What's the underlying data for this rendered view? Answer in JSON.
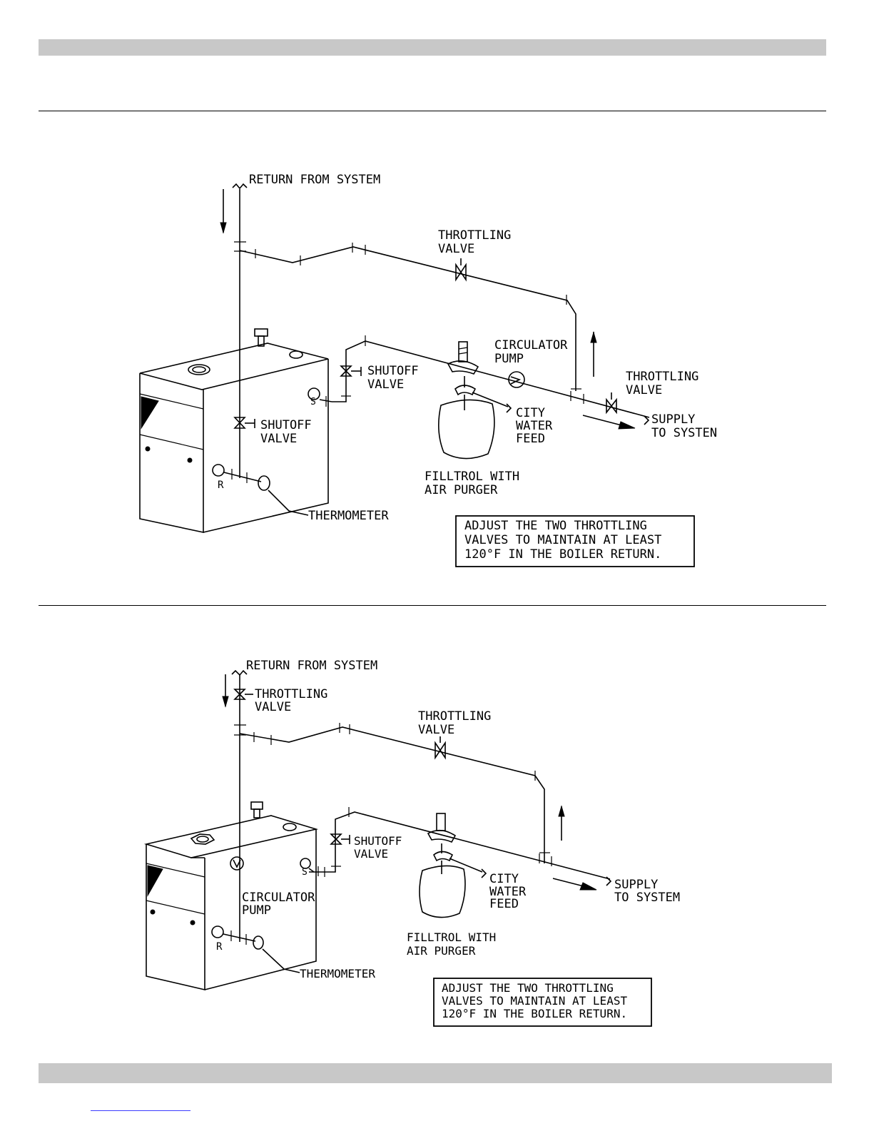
{
  "diagram_a": {
    "return_from_system": "RETURN FROM SYSTEM",
    "throttling_valve_top": [
      "THROTTLING",
      "VALVE"
    ],
    "circulator_pump": [
      "CIRCULATOR",
      "PUMP"
    ],
    "throttling_valve_right": [
      "THROTTLING",
      "VALVE"
    ],
    "shutoff_valve_supply": [
      "SHUTOFF",
      "VALVE"
    ],
    "shutoff_valve_return": [
      "SHUTOFF",
      "VALVE"
    ],
    "city_water_feed": [
      "CITY",
      "WATER",
      "FEED"
    ],
    "supply_to_system": [
      "SUPPLY",
      "TO SYSTEN"
    ],
    "filltrol": [
      "FILLTROL WITH",
      "AIR PURGER"
    ],
    "thermometer": "THERMOMETER",
    "supply_tag": "S",
    "return_tag": "R",
    "note": [
      "ADJUST THE TWO THROTTLING",
      "VALVES TO MAINTAIN AT LEAST",
      "120°F IN THE BOILER RETURN."
    ]
  },
  "diagram_b": {
    "return_from_system": "RETURN FROM SYSTEM",
    "throttling_valve_return": [
      "THROTTLING",
      "VALVE"
    ],
    "throttling_valve_top": [
      "THROTTLING",
      "VALVE"
    ],
    "shutoff_valve": [
      "SHUTOFF",
      "VALVE"
    ],
    "circulator_pump": [
      "CIRCULATOR",
      "PUMP"
    ],
    "city_water_feed": [
      "CITY",
      "WATER",
      "FEED"
    ],
    "supply_to_system": [
      "SUPPLY",
      "TO SYSTEM"
    ],
    "filltrol": [
      "FILLTROL WITH",
      "AIR PURGER"
    ],
    "thermometer": "THERMOMETER",
    "supply_tag": "S",
    "return_tag": "R",
    "note": [
      "ADJUST THE TWO THROTTLING",
      "VALVES TO MAINTAIN AT LEAST",
      "120°F IN THE BOILER RETURN."
    ]
  }
}
